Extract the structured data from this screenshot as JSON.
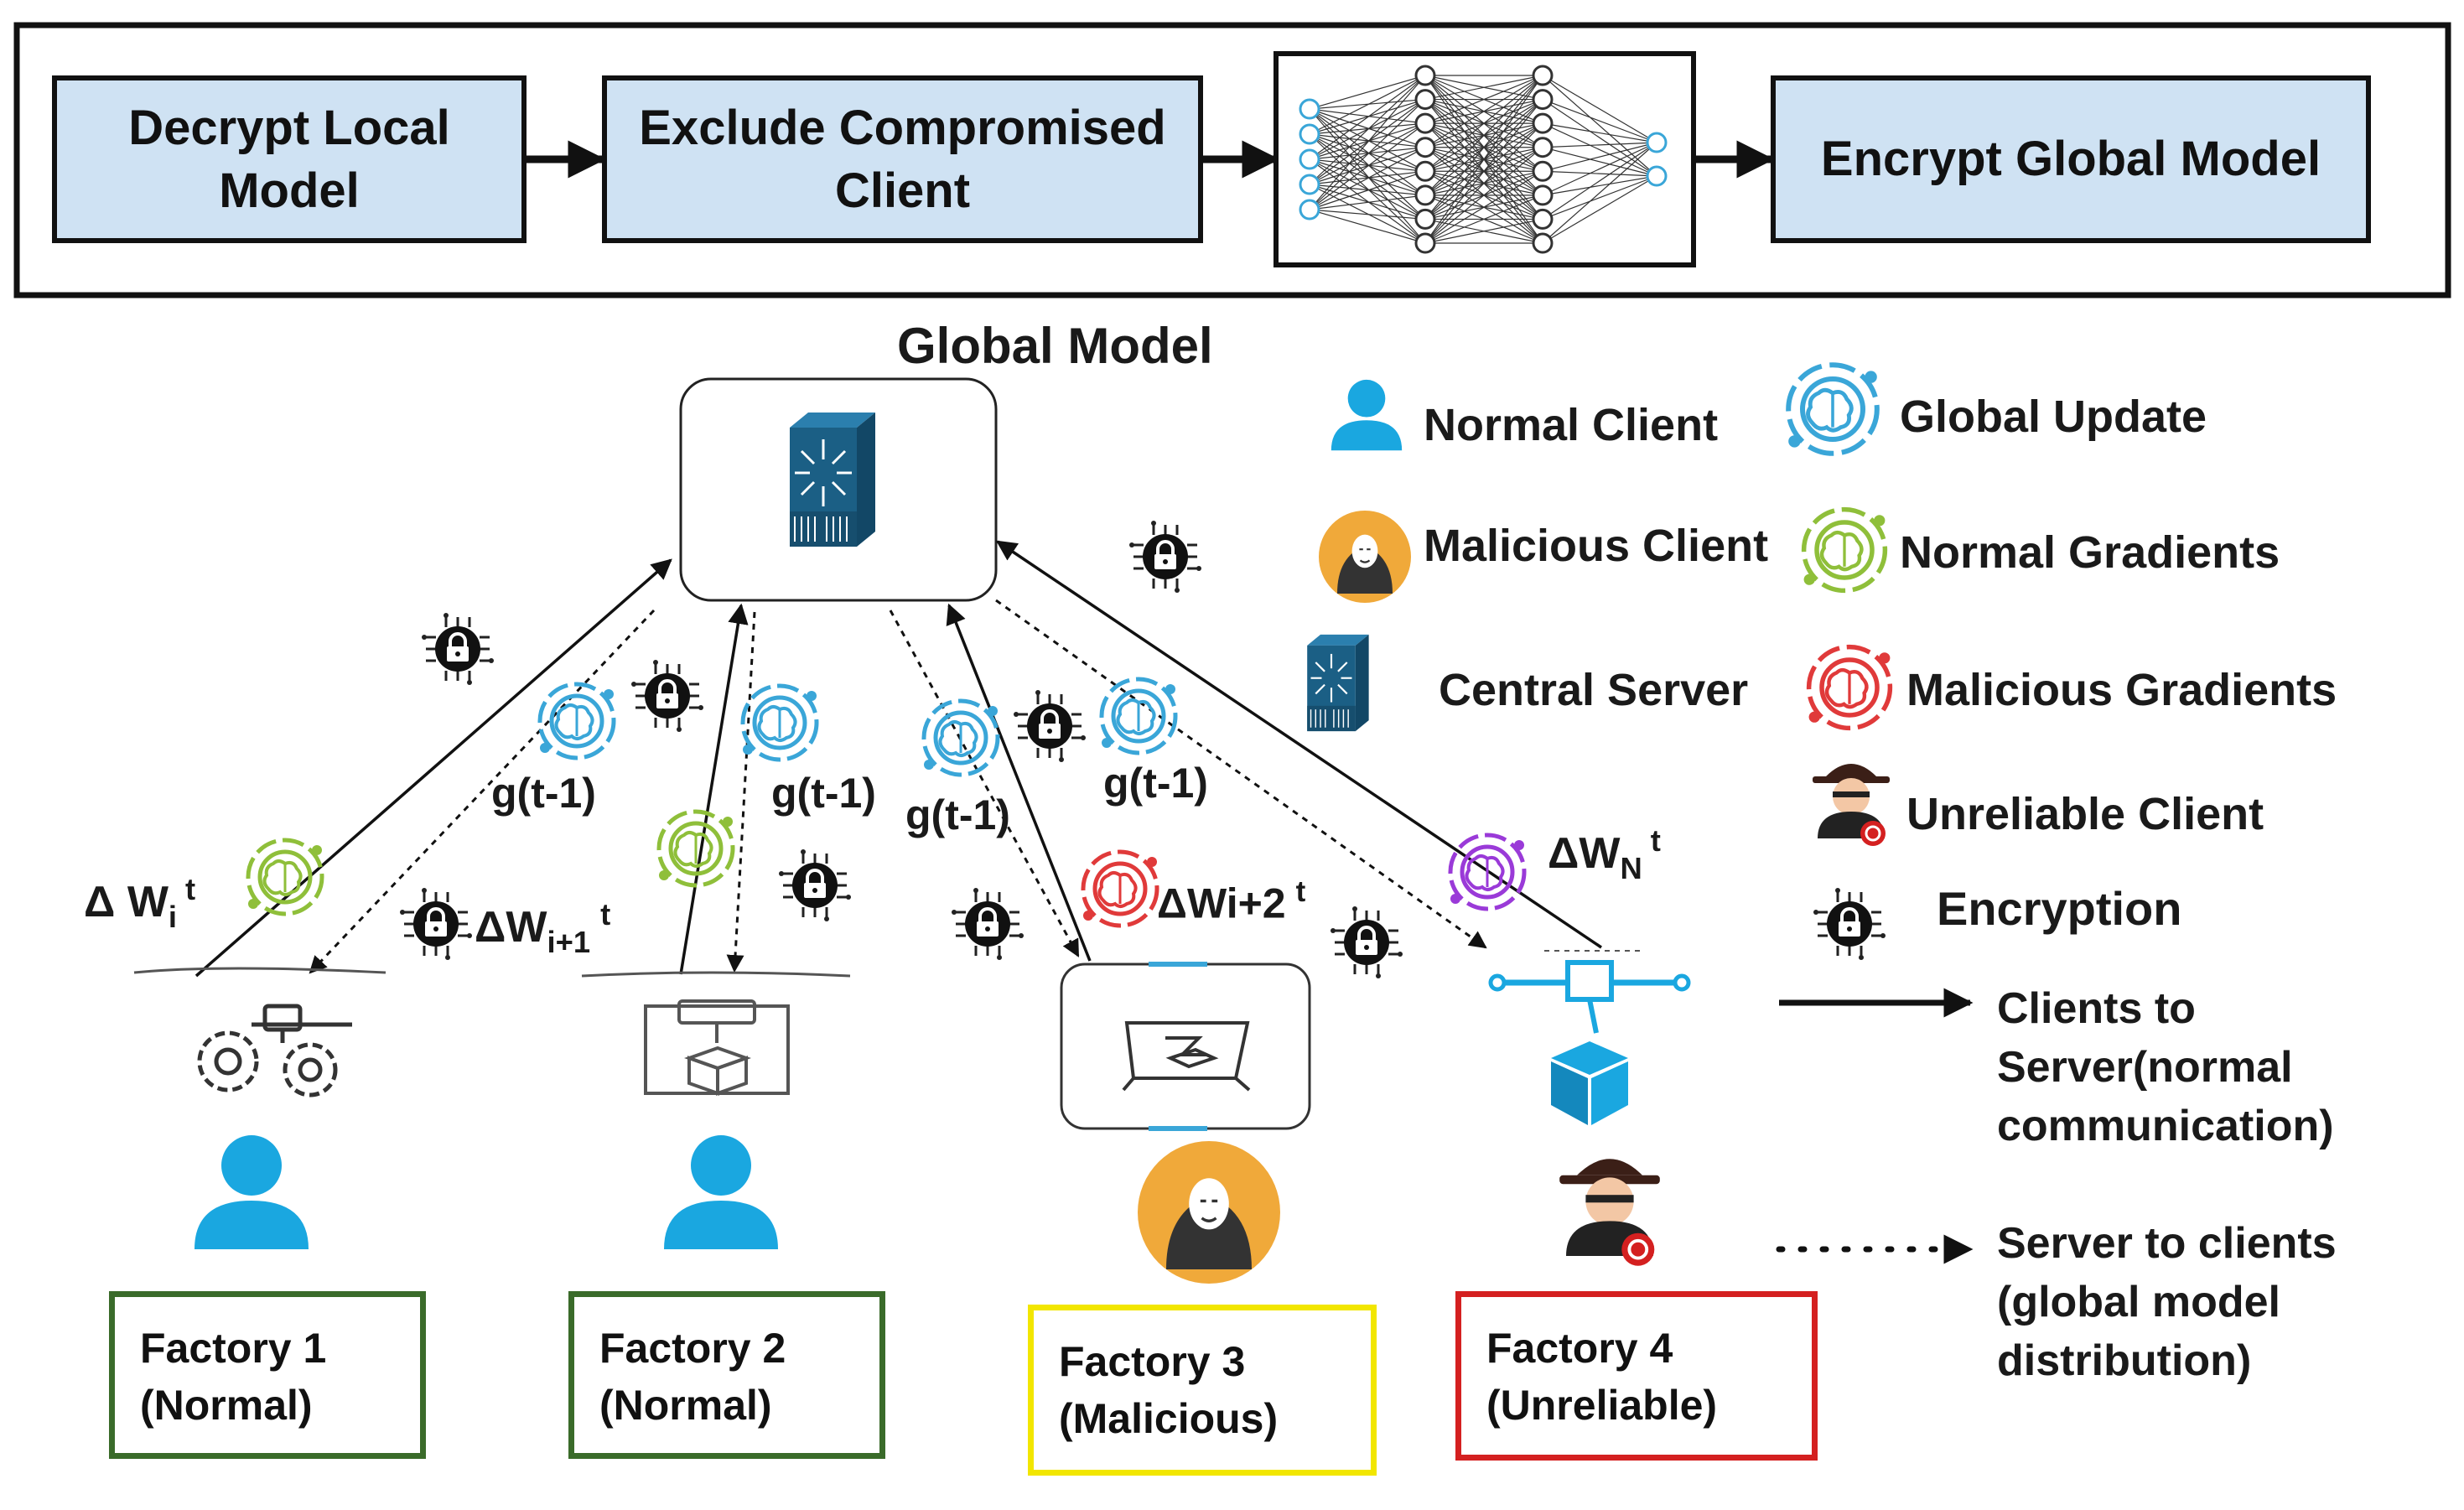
{
  "pipeline": {
    "decrypt_label": "Decrypt Local Model",
    "exclude_label": "Exclude Compromised Client",
    "encrypt_label": "Encrypt Global Model"
  },
  "global_model": {
    "title": "Global Model"
  },
  "edge_labels": {
    "g1": "g(t-1)",
    "g2": "g(t-1)",
    "g3": "g(t-1)",
    "g4": "g(t-1)",
    "dw_i": {
      "base": "Δ W",
      "sub": "i",
      "sup": "t"
    },
    "dw_i1": {
      "base": "ΔW",
      "sub": "i+1",
      "sup": "t"
    },
    "dw_i2": {
      "base": "ΔWi+2",
      "sup": "t"
    },
    "dw_n": {
      "base": "ΔW",
      "sub": "N",
      "sup": "t"
    }
  },
  "factories": [
    {
      "name": "Factory 1",
      "status": "(Normal)",
      "border_color": "#3a6b2a"
    },
    {
      "name": "Factory 2",
      "status": "(Normal)",
      "border_color": "#3a6b2a"
    },
    {
      "name": "Factory 3",
      "status": "(Malicious)",
      "border_color": "#f2e600"
    },
    {
      "name": "Factory 4",
      "status": "(Unreliable)",
      "border_color": "#d42020"
    }
  ],
  "legend": {
    "normal_client": "Normal Client",
    "malicious_client": "Malicious Client",
    "central_server": "Central Server",
    "global_update": "Global Update",
    "normal_gradients": "Normal Gradients",
    "malicious_gradients": "Malicious Gradients",
    "unreliable_client": "Unreliable Client",
    "encryption": "Encryption",
    "solid_arrow": [
      "Clients to",
      "Server(normal",
      "communication)"
    ],
    "dotted_arrow": [
      "Server to clients",
      "(global model",
      "distribution)"
    ]
  },
  "colors": {
    "box_fill": "#cfe2f3",
    "client_blue": "#1aa7e0",
    "global_update": "#3aa6d8",
    "normal_gradient": "#8fbf3a",
    "malicious_gradient": "#e03a3a",
    "unreliable_gradient": "#9a3ad8",
    "malicious_orange": "#f0a93a",
    "server_blue": "#1b5f85"
  },
  "icons": [
    "neural-network-icon",
    "server-icon",
    "user-icon",
    "hacker-icon",
    "spy-icon",
    "lock-chip-icon",
    "brain-gear-icon",
    "3d-printer-icon",
    "gears-icon"
  ]
}
